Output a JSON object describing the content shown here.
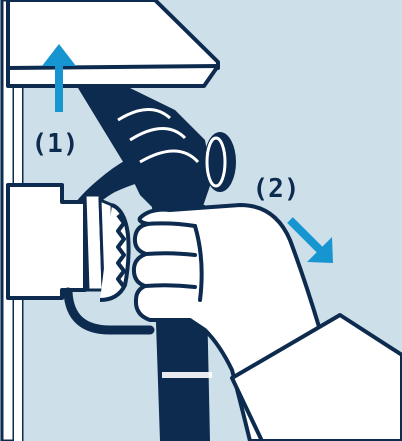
{
  "steps": [
    {
      "label": "(1)",
      "direction": "up"
    },
    {
      "label": "(2)",
      "direction": "down-right"
    }
  ],
  "colors": {
    "background": "#cde0ea",
    "outline": "#0d2a4f",
    "appliance": "#ffffff",
    "valve": "#0d2a4f",
    "hand": "#ffffff",
    "arrow": "#1795d0",
    "label": "#0d2a4f"
  }
}
